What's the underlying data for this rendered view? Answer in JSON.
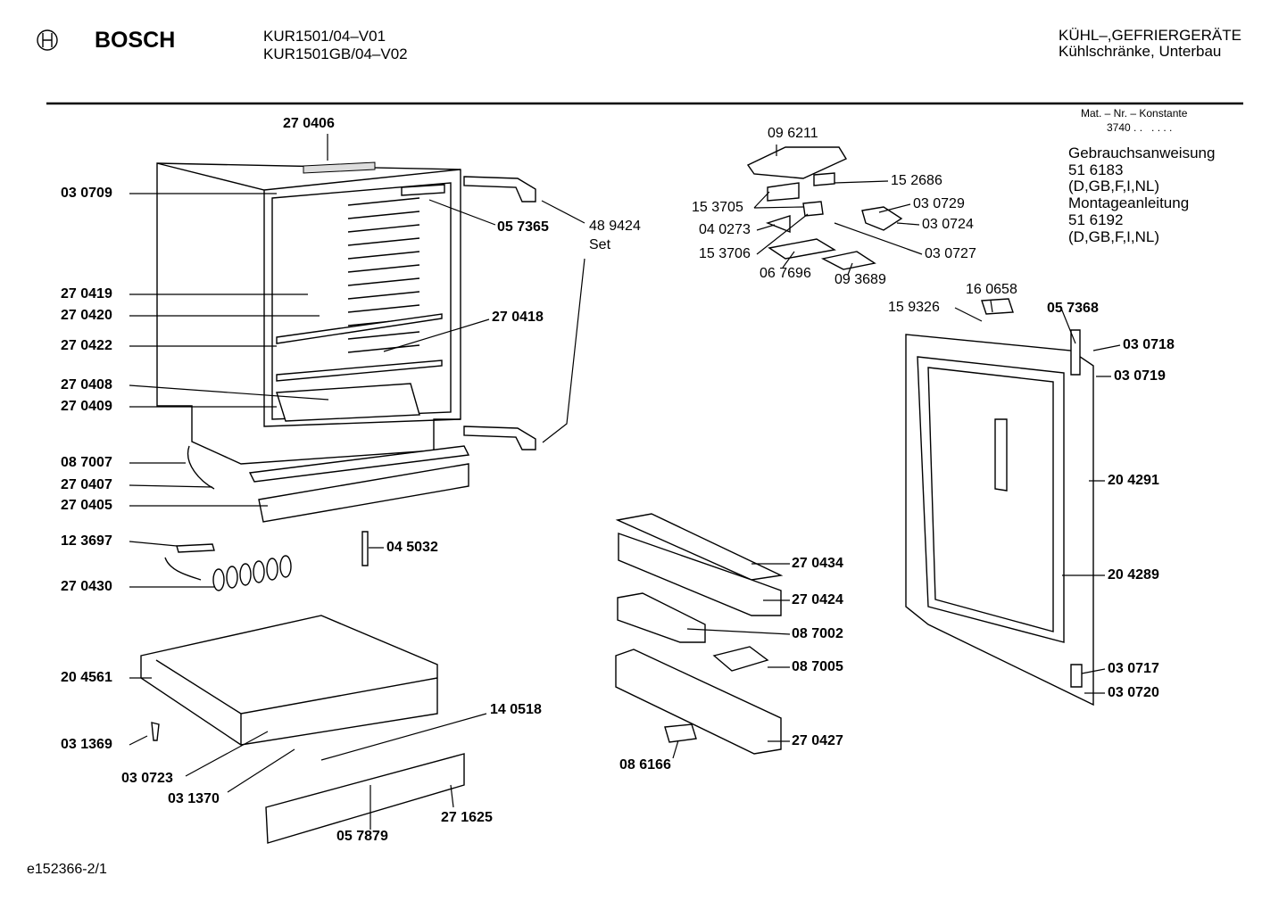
{
  "header": {
    "brand": "BOSCH",
    "models": [
      "KUR1501/04–V01",
      "KUR1501GB/04–V02"
    ],
    "category": "KÜHL–,GEFRIERGERÄTE",
    "subcategory": "Kühlschränke, Unterbau"
  },
  "info": {
    "mat_nr_label": "Mat. – Nr. – Konstante",
    "mat_nr_value": "3740 . .   . . . .",
    "manual_title": "Gebrauchsanweisung",
    "manual_number": "51 6183",
    "manual_langs": "(D,GB,F,I,NL)",
    "install_title": "Montageanleitung",
    "install_number": "51 6192",
    "install_langs": "(D,GB,F,I,NL)"
  },
  "parts": [
    "27 0406",
    "03 0709",
    "05 7365",
    "27 0419",
    "27 0420",
    "27 0422",
    "27 0418",
    "27 0408",
    "27 0409",
    "08 7007",
    "27 0407",
    "27 0405",
    "12 3697",
    "04 5032",
    "27 0430",
    "20 4561",
    "14 0518",
    "03 1369",
    "03 0723",
    "03 1370",
    "27 1625",
    "05 7879",
    "27 0434",
    "27 0424",
    "08 7002",
    "08 7005",
    "27 0427",
    "08 6166",
    "05 7368",
    "03 0718",
    "03 0719",
    "20 4291",
    "20 4289",
    "03 0717",
    "03 0720",
    "48 9424",
    "Set",
    "09 6211",
    "15 2686",
    "15 3705",
    "03 0729",
    "04 0273",
    "03 0724",
    "15 3706",
    "03 0727",
    "06 7696",
    "09 3689",
    "16 0658",
    "15 9326"
  ],
  "footer": {
    "code": "e152366-2/1"
  }
}
